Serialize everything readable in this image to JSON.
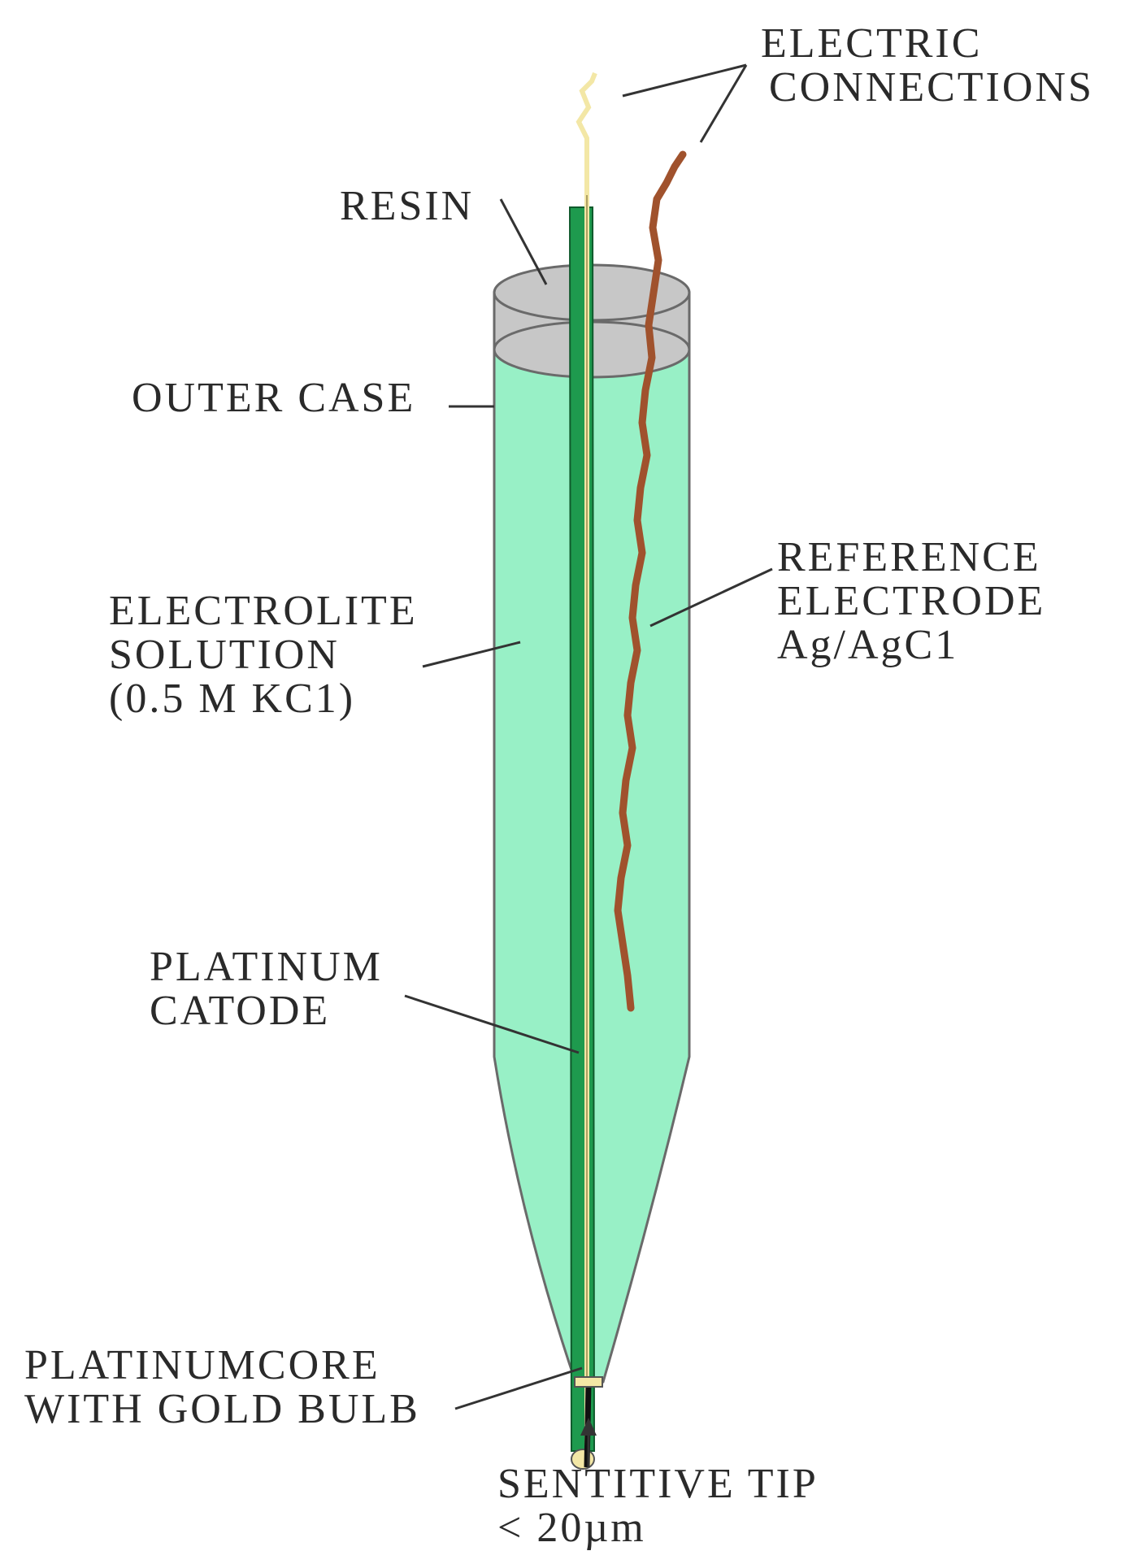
{
  "colors": {
    "solution": "#98f0c6",
    "resin": "#c7c7c7",
    "outline": "#6a6a6a",
    "inner_tube": "#1e9a4e",
    "gold_wire": "#f3e7a6",
    "reference_wire": "#a0522d",
    "core": "#111111"
  },
  "labels": {
    "electric_connections": [
      "ELECTRIC",
      "CONNECTIONS"
    ],
    "resin": "RESIN",
    "outer_case": "OUTER CASE",
    "reference_electrode": [
      "REFERENCE",
      "ELECTRODE",
      "Ag/AgC1"
    ],
    "electrolite_solution": [
      "ELECTROLITE",
      "SOLUTION",
      "(0.5 M KC1)"
    ],
    "platinum_catode": [
      "PLATINUM",
      "CATODE"
    ],
    "platinum_core": [
      "PLATINUMCORE",
      "WITH GOLD BULB"
    ],
    "sensitive_tip": [
      "SENTITIVE TIP",
      "< 20µm"
    ]
  }
}
